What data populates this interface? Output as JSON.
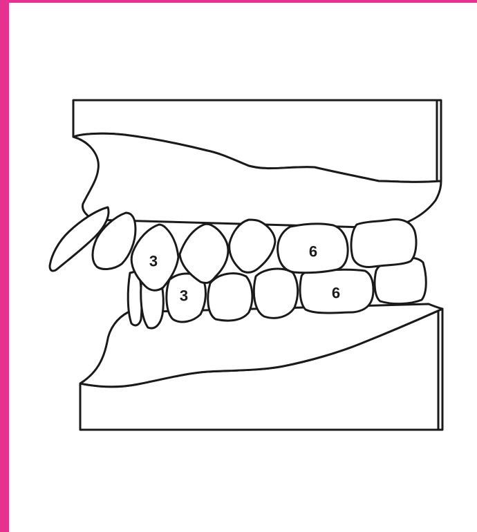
{
  "frame": {
    "accent_color": "#e6318f",
    "background": "#ffffff"
  },
  "diagram": {
    "stroke_color": "#1a1a1a",
    "labels": {
      "upper_canine": "3",
      "upper_first_molar": "6",
      "lower_canine": "3",
      "lower_first_molar": "6"
    }
  }
}
